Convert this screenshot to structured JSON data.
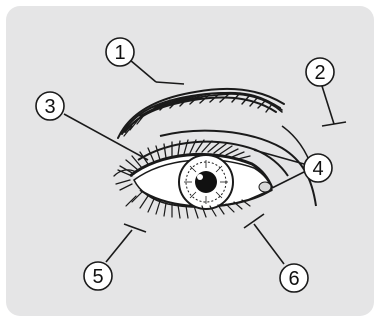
{
  "colors": {
    "panel": "#e5e5e6",
    "ink": "#1a1a1a",
    "iris": "#ffffff",
    "pupil": "#111111"
  },
  "callouts": [
    {
      "id": "1",
      "label": "1"
    },
    {
      "id": "2",
      "label": "2"
    },
    {
      "id": "3",
      "label": "3"
    },
    {
      "id": "4",
      "label": "4"
    },
    {
      "id": "5",
      "label": "5"
    },
    {
      "id": "6",
      "label": "6"
    }
  ],
  "icons": [
    "eye-illustration"
  ]
}
